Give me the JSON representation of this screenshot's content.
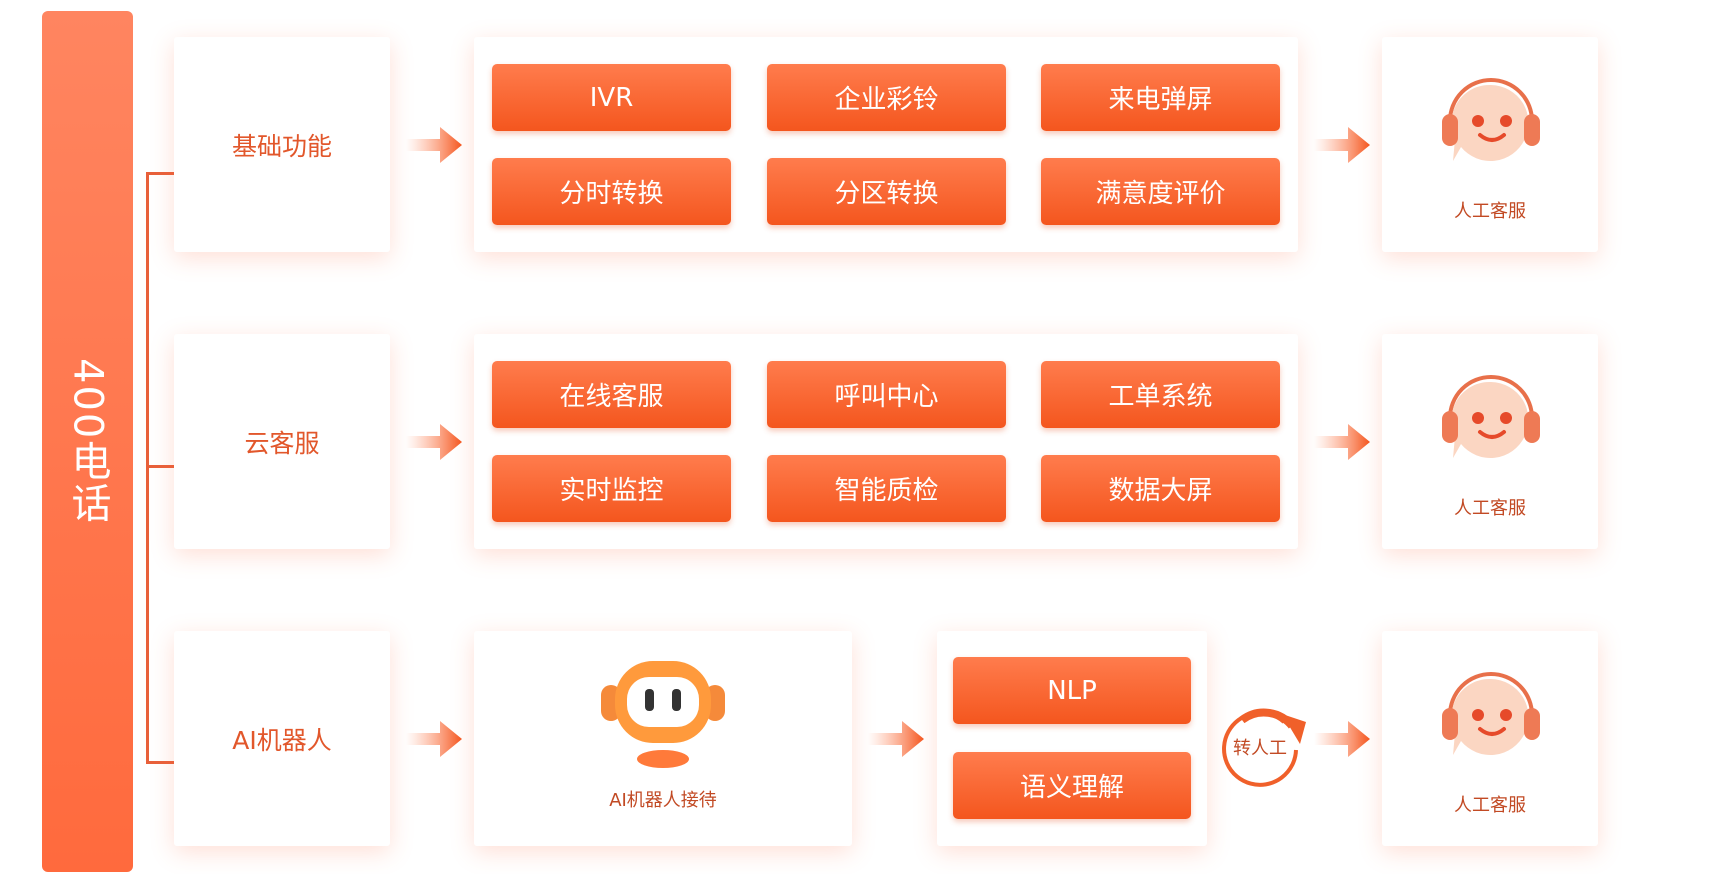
{
  "root_label": "400电话",
  "rows": [
    {
      "category": "基础功能",
      "features": [
        "IVR",
        "企业彩铃",
        "来电弹屏",
        "分时转换",
        "分区转换",
        "满意度评价"
      ],
      "agent_label": "人工客服"
    },
    {
      "category": "云客服",
      "features": [
        "在线客服",
        "呼叫中心",
        "工单系统",
        "实时监控",
        "智能质检",
        "数据大屏"
      ],
      "agent_label": "人工客服"
    },
    {
      "category": "AI机器人",
      "robot_label": "AI机器人接待",
      "features": [
        "NLP",
        "语义理解"
      ],
      "transfer_label": "转人工",
      "agent_label": "人工客服"
    }
  ],
  "colors": {
    "accent": "#f4561e",
    "text": "#e2572b"
  }
}
